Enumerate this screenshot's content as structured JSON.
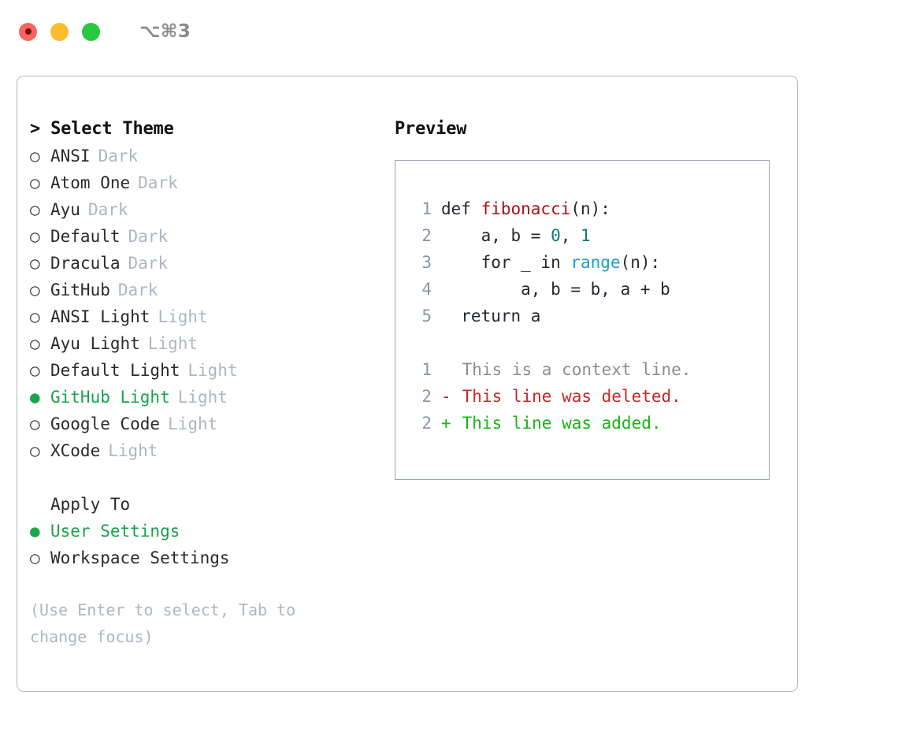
{
  "titlebar": {
    "traffic_lights": [
      {
        "name": "close",
        "color": "#f9655e",
        "recording_core": "#7e0d0d"
      },
      {
        "name": "minimize",
        "color": "#fbbd2e"
      },
      {
        "name": "maximize",
        "color": "#28c840"
      }
    ],
    "shortcut": "⌥⌘3"
  },
  "theme_picker": {
    "header": "> Select Theme",
    "marker_unselected": "○",
    "marker_selected": "●",
    "selected_color": "#16a34a",
    "items": [
      {
        "label": "ANSI",
        "tag": "Dark",
        "selected": false
      },
      {
        "label": "Atom One",
        "tag": "Dark",
        "selected": false
      },
      {
        "label": "Ayu",
        "tag": "Dark",
        "selected": false
      },
      {
        "label": "Default",
        "tag": "Dark",
        "selected": false
      },
      {
        "label": "Dracula",
        "tag": "Dark",
        "selected": false
      },
      {
        "label": "GitHub",
        "tag": "Dark",
        "selected": false
      },
      {
        "label": "ANSI Light",
        "tag": "Light",
        "selected": false
      },
      {
        "label": "Ayu Light",
        "tag": "Light",
        "selected": false
      },
      {
        "label": "Default Light",
        "tag": "Light",
        "selected": false
      },
      {
        "label": "GitHub Light",
        "tag": "Light",
        "selected": true
      },
      {
        "label": "Google Code",
        "tag": "Light",
        "selected": false
      },
      {
        "label": "XCode",
        "tag": "Light",
        "selected": false
      }
    ]
  },
  "apply_to": {
    "header": "Apply To",
    "items": [
      {
        "label": "User Settings",
        "selected": true
      },
      {
        "label": "Workspace Settings",
        "selected": false
      }
    ]
  },
  "hint": "(Use Enter to select, Tab to change focus)",
  "preview": {
    "header": "Preview",
    "code_lines": [
      {
        "lineno": "1",
        "segments": [
          {
            "text": "def ",
            "type": "plain"
          },
          {
            "text": "fibonacci",
            "type": "function"
          },
          {
            "text": "(n):",
            "type": "plain"
          }
        ]
      },
      {
        "lineno": "2",
        "segments": [
          {
            "text": "    a, b = ",
            "type": "plain"
          },
          {
            "text": "0",
            "type": "number"
          },
          {
            "text": ", ",
            "type": "plain"
          },
          {
            "text": "1",
            "type": "number"
          }
        ]
      },
      {
        "lineno": "3",
        "segments": [
          {
            "text": "    for _ in ",
            "type": "plain"
          },
          {
            "text": "range",
            "type": "builtin"
          },
          {
            "text": "(n):",
            "type": "plain"
          }
        ]
      },
      {
        "lineno": "4",
        "segments": [
          {
            "text": "        a, b = b, a + b",
            "type": "plain"
          }
        ]
      },
      {
        "lineno": "5",
        "segments": [
          {
            "text": "  return a",
            "type": "plain"
          }
        ]
      }
    ],
    "diff_lines": [
      {
        "lineno": "1",
        "marker": " ",
        "text": " This is a context line.",
        "type": "context"
      },
      {
        "lineno": "2",
        "marker": "-",
        "text": " This line was deleted.",
        "type": "deleted"
      },
      {
        "lineno": "2",
        "marker": "+",
        "text": " This line was added.",
        "type": "added"
      }
    ]
  },
  "colors": {
    "function": "#a31515",
    "number": "#0e7c7b",
    "builtin": "#1f9cd0",
    "diff_context": "#8d8d8d",
    "diff_deleted": "#c62828",
    "diff_added": "#17b517",
    "line_number": "#8c96a5",
    "tag": "#aeb6c2",
    "border": "#b4bcc8",
    "accent_green": "#16a34a"
  }
}
